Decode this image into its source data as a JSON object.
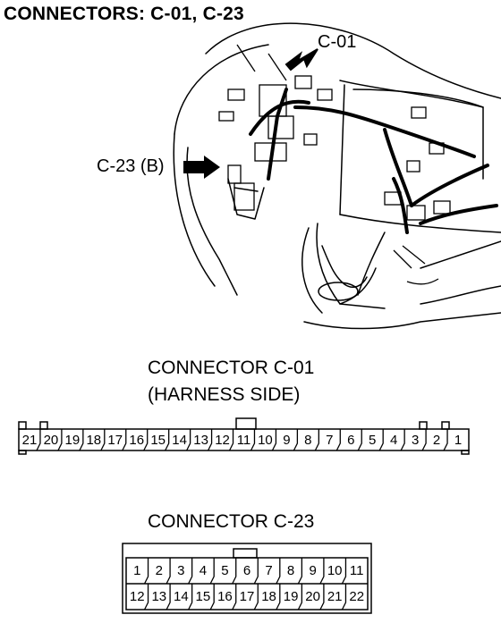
{
  "title": "CONNECTORS: C-01, C-23",
  "callouts": {
    "c01": "C-01",
    "c23": "C-23 (B)"
  },
  "connector_c01": {
    "title_line1": "CONNECTOR C-01",
    "title_line2": "(HARNESS SIDE)",
    "pins": [
      "21",
      "20",
      "19",
      "18",
      "17",
      "16",
      "15",
      "14",
      "13",
      "12",
      "11",
      "10",
      "9",
      "8",
      "7",
      "6",
      "5",
      "4",
      "3",
      "2",
      "1"
    ]
  },
  "connector_c23": {
    "title": "CONNECTOR C-23",
    "top_row": [
      "1",
      "2",
      "3",
      "4",
      "5",
      "6",
      "7",
      "8",
      "9",
      "10",
      "11"
    ],
    "bottom_row": [
      "12",
      "13",
      "14",
      "15",
      "16",
      "17",
      "18",
      "19",
      "20",
      "21",
      "22"
    ]
  }
}
